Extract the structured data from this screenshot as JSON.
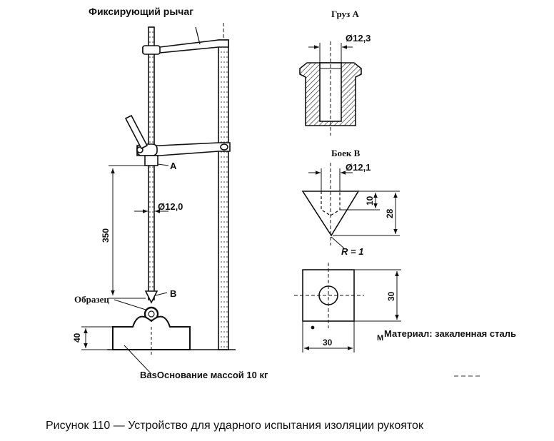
{
  "labels": {
    "fixing_lever": "Фиксирующий рычаг",
    "point_a": "A",
    "point_b": "B",
    "diameter_rod": "Ø12,0",
    "height_350": "350",
    "sample": "Образец",
    "height_40": "40",
    "base": "BasОснование массой  10 кг",
    "weight_a": "Груз А",
    "diameter_weight_a": "Ø12,3",
    "striker_b": "Боек В",
    "diameter_striker": "Ø12,1",
    "dim_10": "10",
    "dim_28": "28",
    "radius": "R = 1",
    "dim_30_vertical": "30",
    "dim_30_horizontal": "30",
    "material": "Материал: закаленная сталь",
    "material_prefix": "M"
  },
  "caption": "Рисунок 110 — Устройство для ударного испытания изоляции рукояток"
}
